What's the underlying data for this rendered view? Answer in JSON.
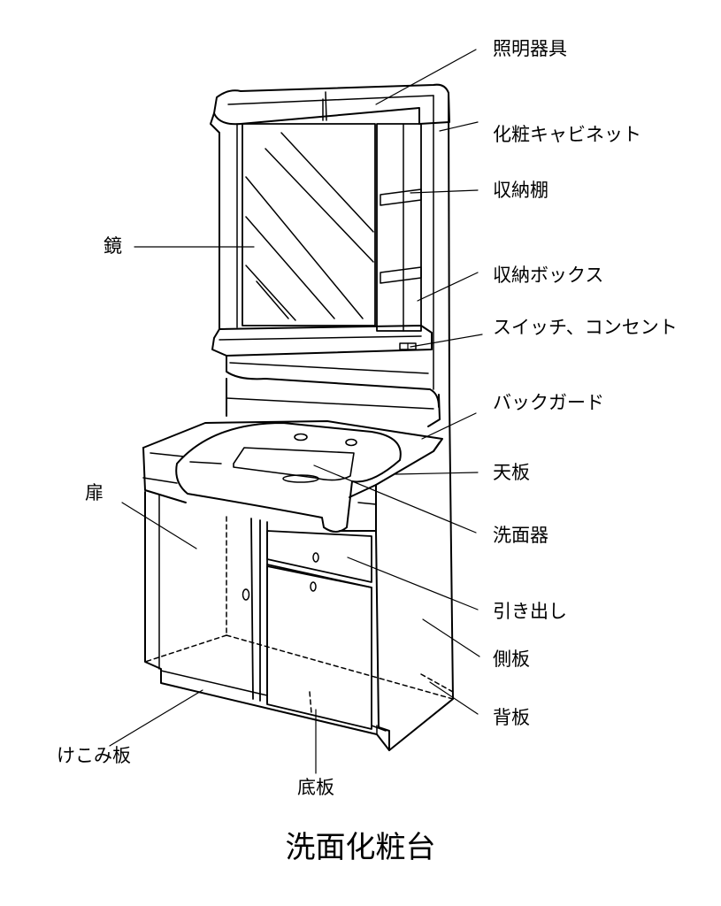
{
  "title": "洗面化粧台",
  "labels": {
    "lighting": "照明器具",
    "cabinet": "化粧キャビネット",
    "shelf": "収納棚",
    "storage_box": "収納ボックス",
    "switch": "スイッチ、コンセント",
    "backguard": "バックガード",
    "top_board": "天板",
    "basin": "洗面器",
    "drawer": "引き出し",
    "side_board": "側板",
    "back_board": "背板",
    "mirror": "鏡",
    "door": "扉",
    "kick_board": "けこみ板",
    "bottom_board": "底板"
  }
}
